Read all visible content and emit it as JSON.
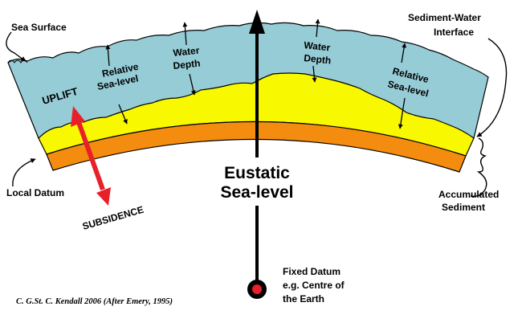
{
  "labels": {
    "sea_surface": "Sea Surface",
    "sediment_water_1": "Sediment-Water",
    "sediment_water_2": "Interface",
    "relative_sea_level_left_1": "Relative",
    "relative_sea_level_left_2": "Sea-level",
    "water_depth_left_1": "Water",
    "water_depth_left_2": "Depth",
    "water_depth_right_1": "Water",
    "water_depth_right_2": "Depth",
    "relative_sea_level_right_1": "Relative",
    "relative_sea_level_right_2": "Sea-level",
    "uplift": "UPLIFT",
    "subsidence": "SUBSIDENCE",
    "eustatic_1": "Eustatic",
    "eustatic_2": "Sea-level",
    "local_datum": "Local Datum",
    "accumulated_1": "Accumulated",
    "accumulated_2": "Sediment",
    "fixed_datum_1": "Fixed Datum",
    "fixed_datum_2": "e.g. Centre of",
    "fixed_datum_3": "the Earth",
    "credit": "C. G.St. C. Kendall 2006 (After Emery, 1995)"
  },
  "colors": {
    "water": "#96ccd6",
    "sediment": "#f8f800",
    "datum_layer": "#f48c10",
    "arrow_red": "#e8202a",
    "outline": "#000000"
  }
}
